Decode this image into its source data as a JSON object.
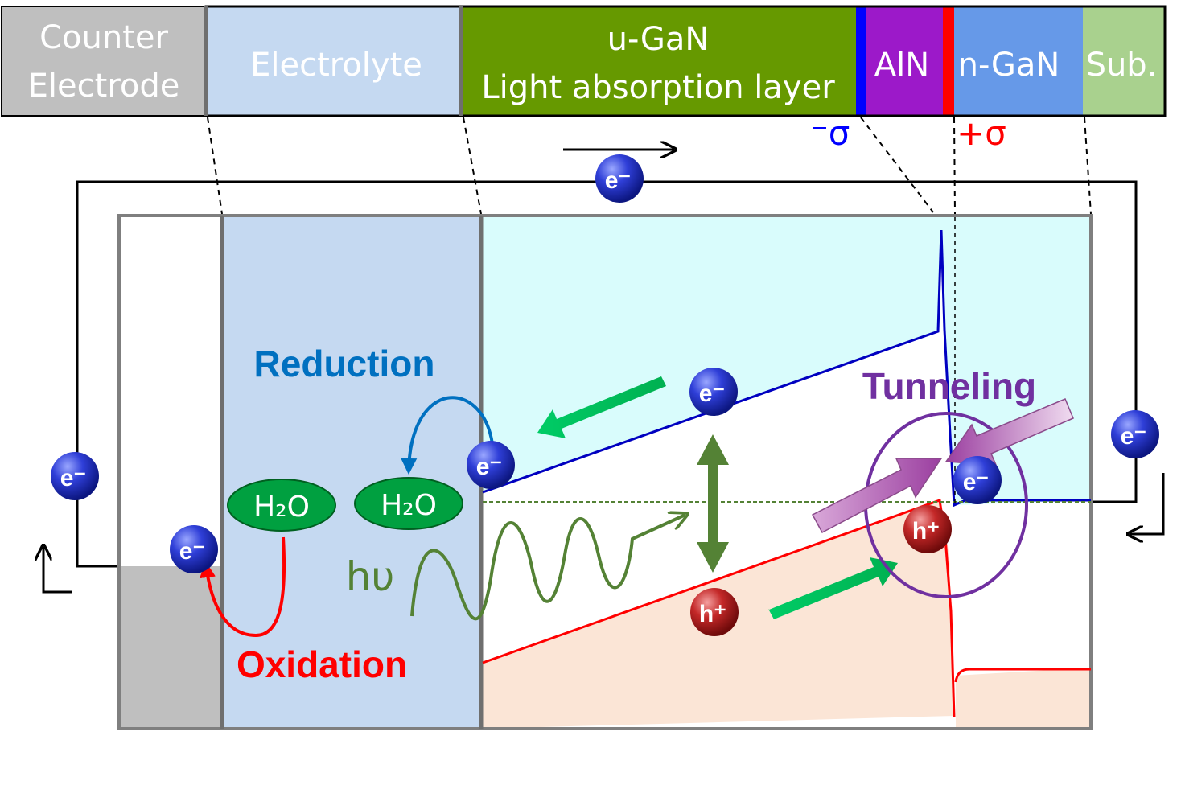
{
  "layers": {
    "counter_electrode": [
      "Counter",
      "Electrode"
    ],
    "electrolyte": "Electrolyte",
    "u_gan": [
      "u-GaN",
      "Light absorption layer"
    ],
    "aln": "AlN",
    "n_gan": "n-GaN",
    "sub": "Sub."
  },
  "charges": {
    "negative": "⁻σ",
    "positive": "+σ"
  },
  "labels": {
    "reduction": "Reduction",
    "oxidation": "Oxidation",
    "tunneling": "Tunneling",
    "photon": "hυ",
    "water_a": "H₂O",
    "water_b": "H₂O",
    "electron": "e⁻",
    "hole": "h⁺"
  },
  "colors": {
    "counter_electrode": "#bfbfbf",
    "electrolyte": "#c5d9f1",
    "u_gan": "#669900",
    "aln_edge": "#0000ff",
    "aln": "#9c19c9",
    "n_gan_edge": "#ff0000",
    "n_gan": "#6699e8",
    "sub": "#a9d18e",
    "conduction_region": "#d9fcfc",
    "valence_region": "#fbe5d6",
    "conduction_band": "#0000c0",
    "valence_band": "#ff0000",
    "fermi_level": "#548235",
    "reduction": "#0070c0",
    "oxidation": "#ff0000",
    "tunneling": "#7030a0",
    "photon": "#548235",
    "flow_arrow": "#00b050"
  }
}
